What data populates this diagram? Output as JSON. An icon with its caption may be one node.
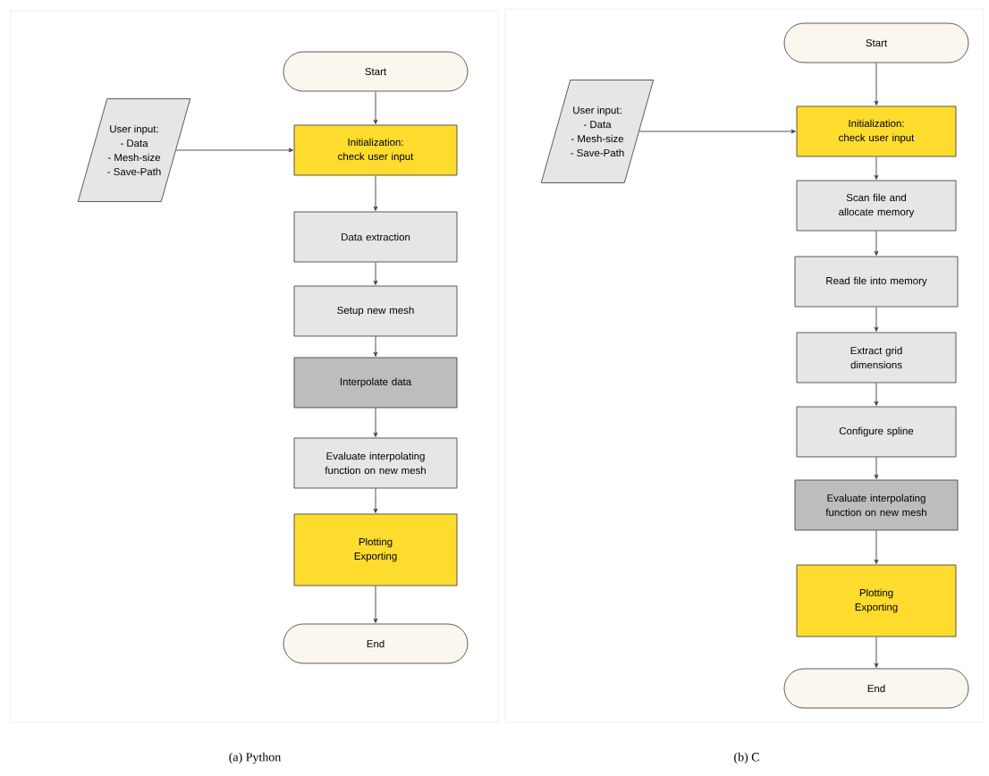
{
  "diagram": {
    "nodes": [
      {
        "text": [
          "Start"
        ]
      },
      {
        "text": [
          "User input:",
          "- Data",
          "- Mesh-size",
          "- Save-Path"
        ]
      },
      {
        "text": [
          "Initialization: check user input"
        ]
      },
      {
        "text": [
          "Data extraction"
        ]
      },
      {
        "text": [
          "Setup new mesh"
        ]
      },
      {
        "text": [
          "Interpolate data"
        ]
      },
      {
        "text": [
          "Evaluate interpolating function on new mesh"
        ]
      },
      {
        "text": [
          "Plotting Exporting"
        ]
      },
      {
        "text": [
          "End"
        ]
      },
      {
        "text": [
          "Start"
        ]
      },
      {
        "text": [
          "User input:",
          "- Data",
          "- Mesh-size",
          "- Save-Path"
        ]
      },
      {
        "text": [
          "Initialization: check user input"
        ]
      },
      {
        "text": [
          "Scan file and allocate memory"
        ]
      },
      {
        "text": [
          "Read file into memory"
        ]
      },
      {
        "text": [
          "Extract grid dimensions"
        ]
      },
      {
        "text": [
          "Configure spline"
        ]
      },
      {
        "text": [
          "Evaluate interpolating function on new mesh"
        ]
      },
      {
        "text": [
          "Plotting Exporting"
        ]
      },
      {
        "text": [
          "End"
        ]
      }
    ],
    "edges": [
      {
        "from": 0,
        "to": 2,
        "arrow": "to"
      },
      {
        "from": 1,
        "to": 2,
        "arrow": "to"
      },
      {
        "from": 2,
        "to": 3,
        "arrow": "to"
      },
      {
        "from": 3,
        "to": 4,
        "arrow": "to"
      },
      {
        "from": 4,
        "to": 5,
        "arrow": "to"
      },
      {
        "from": 5,
        "to": 6,
        "arrow": "to"
      },
      {
        "from": 6,
        "to": 7,
        "arrow": "to"
      },
      {
        "from": 7,
        "to": 8,
        "arrow": "to"
      },
      {
        "from": 9,
        "to": 11,
        "arrow": "to"
      },
      {
        "from": 10,
        "to": 11,
        "arrow": "to"
      },
      {
        "from": 11,
        "to": 12,
        "arrow": "to"
      },
      {
        "from": 12,
        "to": 13,
        "arrow": "to"
      },
      {
        "from": 13,
        "to": 14,
        "arrow": "to"
      },
      {
        "from": 14,
        "to": 15,
        "arrow": "to"
      },
      {
        "from": 15,
        "to": 16,
        "arrow": "to"
      },
      {
        "from": 16,
        "to": 17,
        "arrow": "to"
      },
      {
        "from": 17,
        "to": 18,
        "arrow": "to"
      }
    ],
    "labels": [
      "(a) Python",
      "(b) C"
    ]
  }
}
